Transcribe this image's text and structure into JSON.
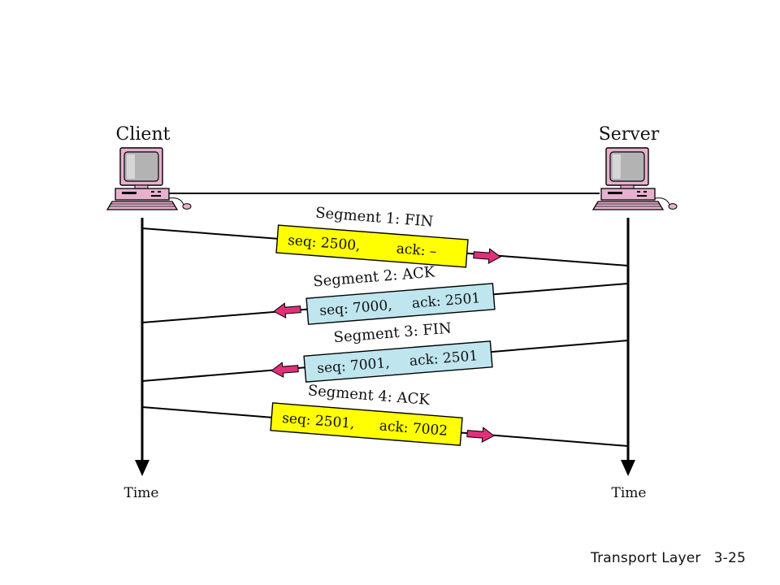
{
  "endpoints": {
    "client": {
      "label": "Client",
      "time_label": "Time"
    },
    "server": {
      "label": "Server",
      "time_label": "Time"
    }
  },
  "segments": [
    {
      "title": "Segment 1: FIN",
      "seq": "seq: 2500,",
      "ack": "ack: –",
      "direction": "client-to-server",
      "box_color": "#ffff00"
    },
    {
      "title": "Segment 2: ACK",
      "seq": "seq: 7000,",
      "ack": "ack: 2501",
      "direction": "server-to-client",
      "box_color": "#bfe6ef"
    },
    {
      "title": "Segment 3: FIN",
      "seq": "seq: 7001,",
      "ack": "ack: 2501",
      "direction": "server-to-client",
      "box_color": "#bfe6ef"
    },
    {
      "title": "Segment 4: ACK",
      "seq": "seq: 2501,",
      "ack": "ack: 7002",
      "direction": "client-to-server",
      "box_color": "#ffff00"
    }
  ],
  "colors": {
    "arrow": "#e0307a",
    "computer": "#e7b0cf",
    "screen": "#b3b3b3",
    "line": "#000000"
  },
  "footer": {
    "section": "Transport Layer",
    "page": "3-25"
  }
}
